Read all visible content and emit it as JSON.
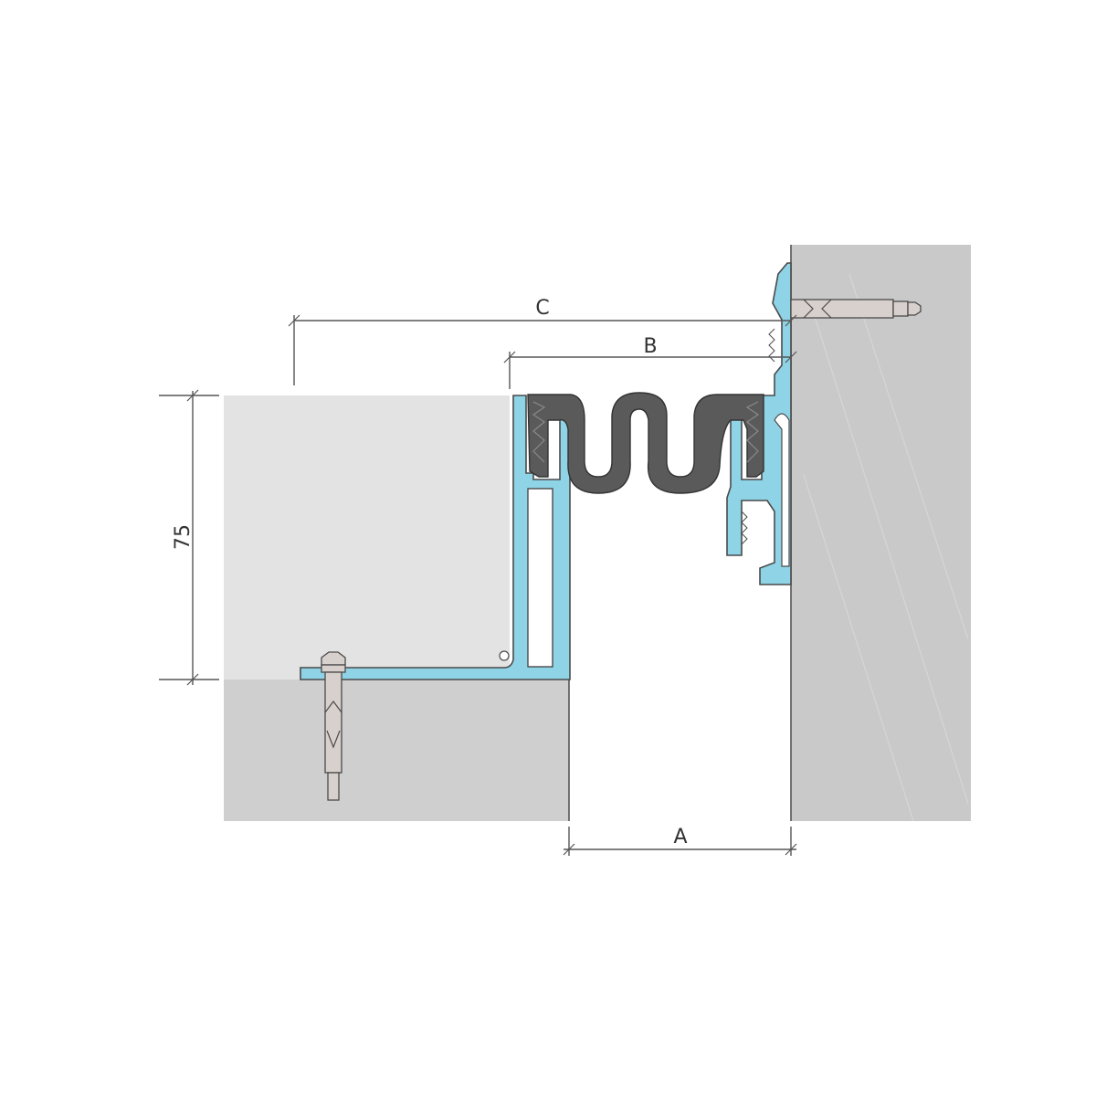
{
  "dimensions": {
    "height_label": "75",
    "a_label": "A",
    "b_label": "B",
    "c_label": "C"
  },
  "colors": {
    "slab_top": "#e3e3e3",
    "slab_bottom": "#cfcfcf",
    "wall": "#c9c9c9",
    "profile": "#8fd3e6",
    "profile_outline": "#4a4a4a",
    "bellows": "#5a5a5a",
    "anchor": "#d8d0cc",
    "dim_line": "#555555"
  }
}
